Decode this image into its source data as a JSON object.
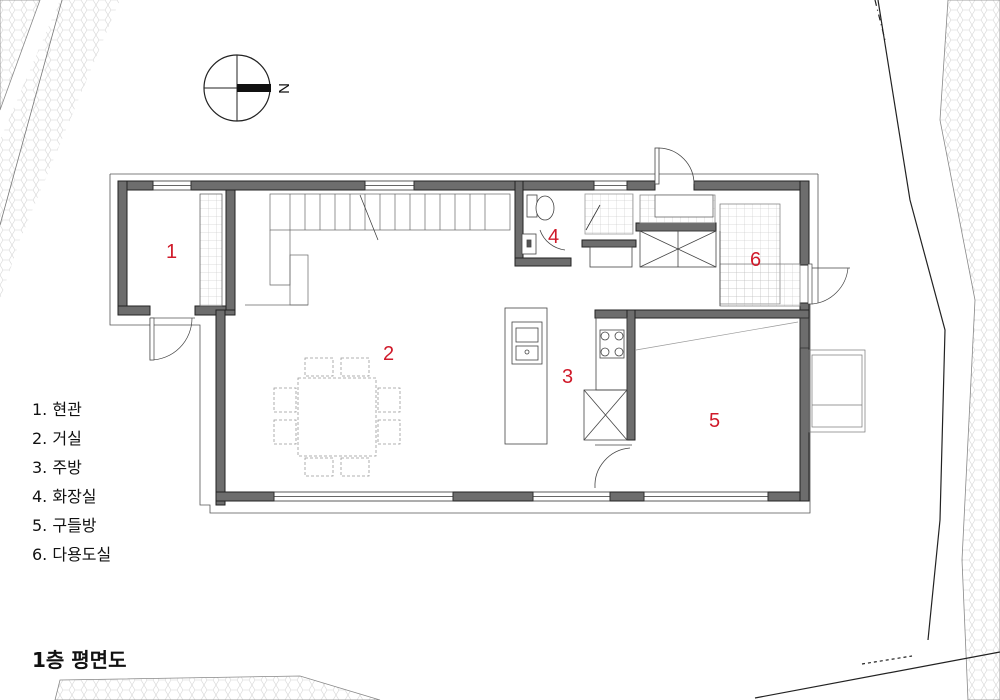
{
  "compass": {
    "north_label": "N"
  },
  "room_numbers": [
    "1",
    "2",
    "3",
    "4",
    "5",
    "6"
  ],
  "legend": [
    "1. 현관",
    "2. 거실",
    "3. 주방",
    "4. 화장실",
    "5. 구들방",
    "6. 다용도실"
  ],
  "title": "1층 평면도",
  "colors": {
    "wall": "#6d6d6d",
    "room_number": "#d01a2a",
    "outline": "#222222"
  }
}
